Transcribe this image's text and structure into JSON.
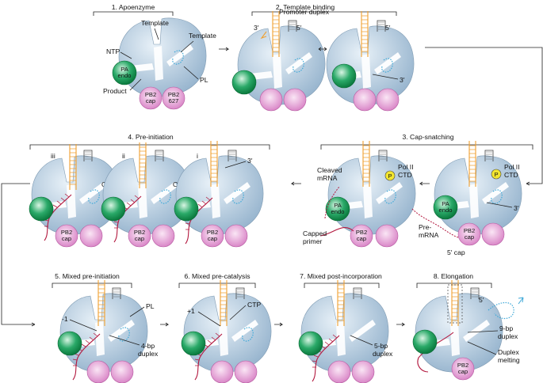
{
  "panels": {
    "p1": {
      "title": "1. Apoenzyme"
    },
    "p2": {
      "title": "2. Template binding"
    },
    "p3": {
      "title": "3. Cap-snatching"
    },
    "p4": {
      "title": "4. Pre-initiation"
    },
    "p5": {
      "title": "5. Mixed pre-initiation"
    },
    "p6": {
      "title": "6. Mixed pre-catalysis"
    },
    "p7": {
      "title": "7. Mixed post-incorporation"
    },
    "p8": {
      "title": "8. Elongation"
    }
  },
  "labels": {
    "template": "Template",
    "ntp": "NTP",
    "product": "Product",
    "pl": "PL",
    "pa": "PA",
    "endo": "endo",
    "pb2": "PB2",
    "cap": "cap",
    "d627": "627",
    "promoter_duplex": "Promoter duplex",
    "three_prime": "3′",
    "five_prime": "5′",
    "pol2": "Pol II",
    "ctd": "CTD",
    "p": "P",
    "cleaved": "Cleaved",
    "mrna": "mRNA",
    "capped": "Capped",
    "primer": "primer",
    "pre": "Pre-",
    "five_cap": "5′ cap",
    "or": "Or",
    "iii": "iii",
    "ii": "ii",
    "i": "i",
    "minus1": "-1",
    "plus1": "+1",
    "ctp": "CTP",
    "bp4": "4-bp",
    "bp5": "5-bp",
    "bp9": "9-bp",
    "duplex": "duplex",
    "melting": "melting",
    "duplex_cap": "Duplex"
  },
  "colors": {
    "body": "#a9c3d9",
    "endo": "#1a9a56",
    "cap_domain": "#df8fcf",
    "template": "#f0a030",
    "primer": "#b3193f",
    "plloop": "#3fa9d8",
    "pol2": "#f2e530"
  }
}
